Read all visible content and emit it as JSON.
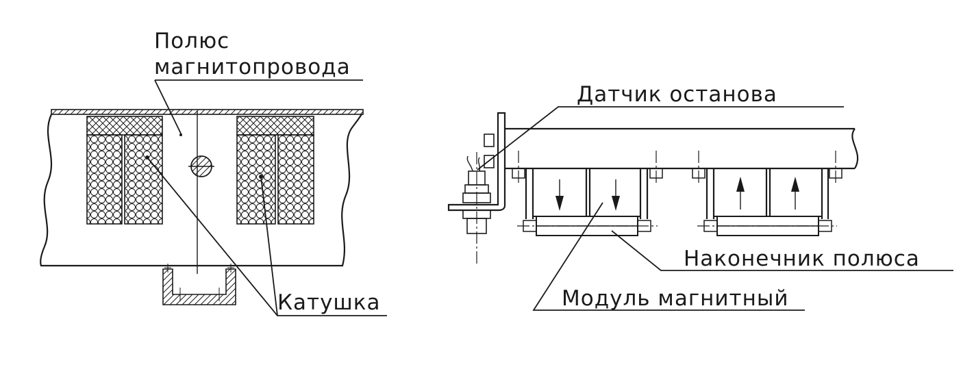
{
  "labels": {
    "pole_line1": "Полюс",
    "pole_line2": "магнитопровода",
    "coil": "Катушка",
    "stop_sensor": "Датчик останова",
    "pole_tip": "Наконечник полюса",
    "magnetic_module": "Модуль магнитный"
  },
  "colors": {
    "line": "#1a1a1a",
    "background": "#ffffff"
  }
}
